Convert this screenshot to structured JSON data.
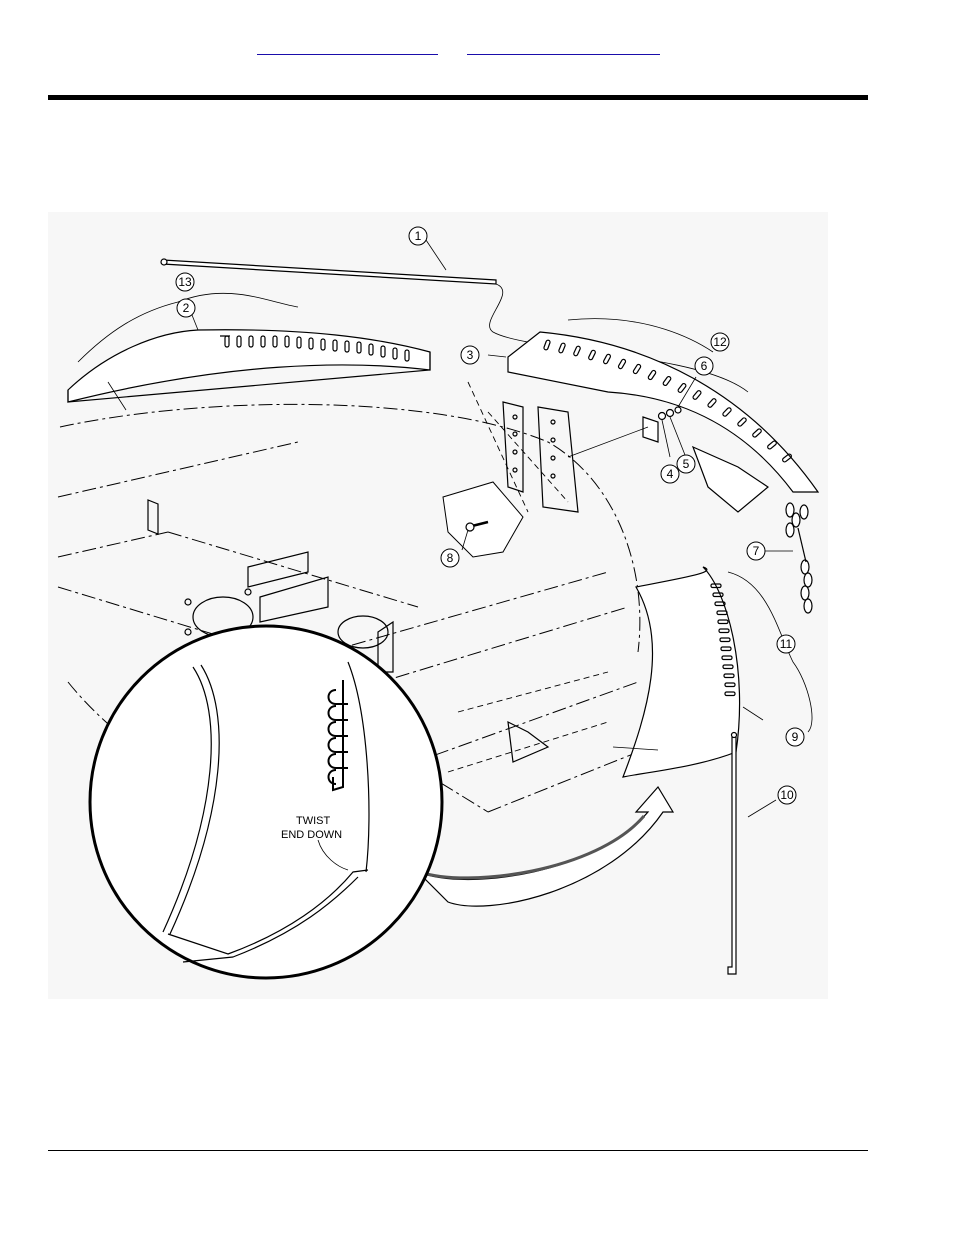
{
  "header": {
    "link_1": "",
    "link_2": ""
  },
  "diagram": {
    "callouts": [
      "1",
      "2",
      "3",
      "4",
      "5",
      "6",
      "7",
      "8",
      "9",
      "10",
      "11",
      "12",
      "13"
    ],
    "detail_note_line1": "TWIST",
    "detail_note_line2": "END DOWN"
  }
}
